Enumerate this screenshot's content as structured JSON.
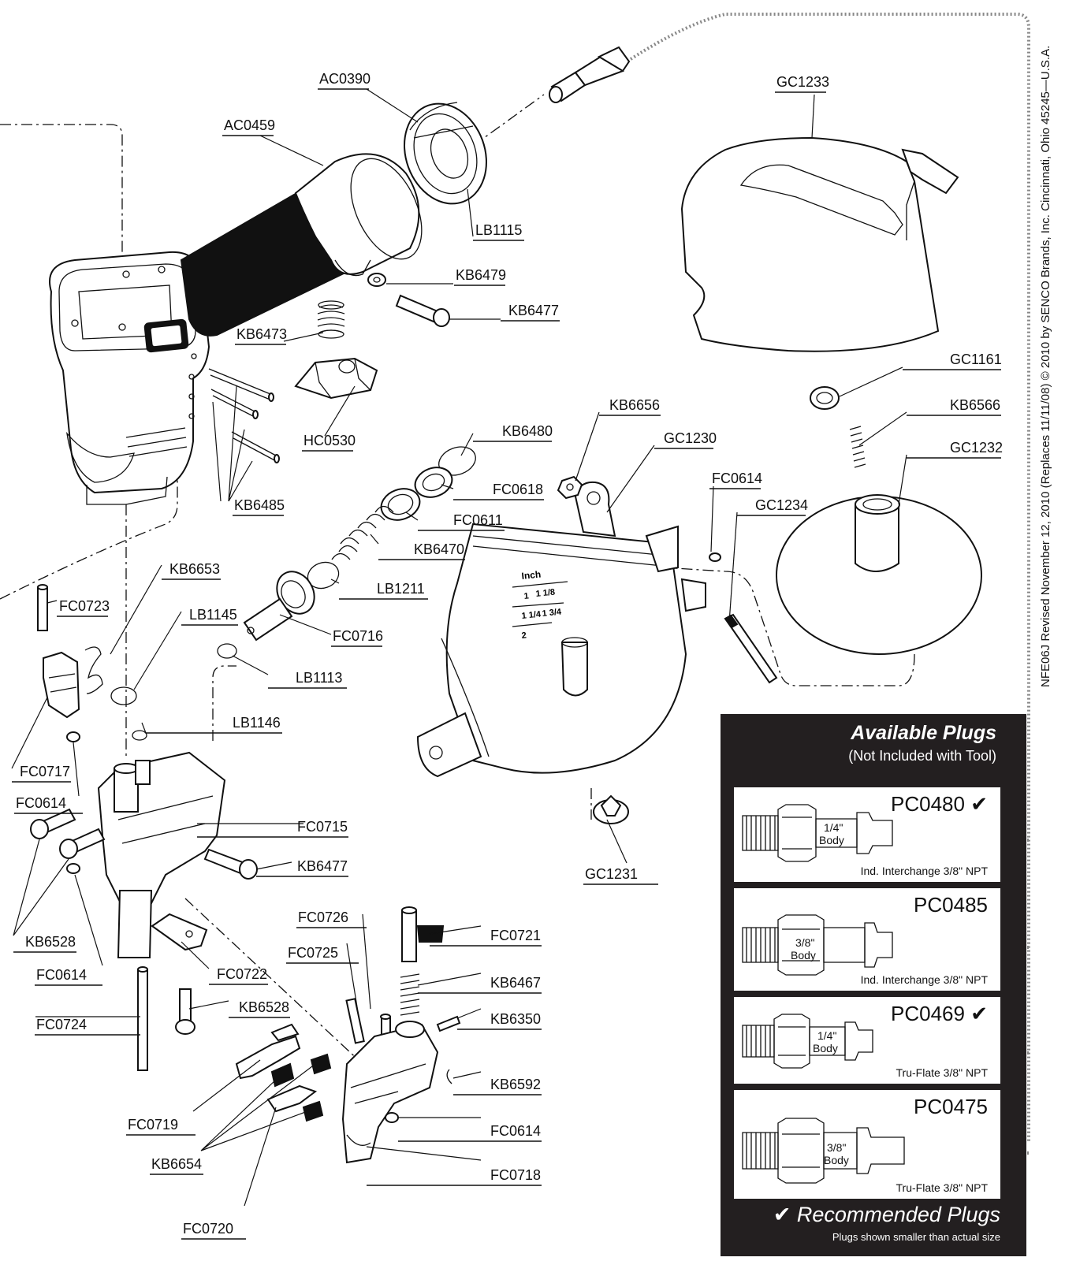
{
  "footer_side_text": "NFE06J Revised November 12, 2010 (Replaces 11/11/08) © 2010 by SENCO Brands, Inc. Cincinnati, Ohio 45245—U.S.A.",
  "labels": {
    "AC0390": "AC0390",
    "AC0459": "AC0459",
    "LB1115": "LB1115",
    "KB6479": "KB6479",
    "KB6477_top": "KB6477",
    "KB6473": "KB6473",
    "HC0530": "HC0530",
    "KB6485": "KB6485",
    "GC1233": "GC1233",
    "GC1161": "GC1161",
    "KB6566": "KB6566",
    "GC1232": "GC1232",
    "KB6656": "KB6656",
    "GC1230": "GC1230",
    "FC0614_a": "FC0614",
    "GC1234": "GC1234",
    "KB6480": "KB6480",
    "FC0618": "FC0618",
    "FC0611": "FC0611",
    "KB6470": "KB6470",
    "LB1211": "LB1211",
    "FC0716": "FC0716",
    "LB1113": "LB1113",
    "LB1146": "LB1146",
    "KB6653": "KB6653",
    "FC0723": "FC0723",
    "LB1145": "LB1145",
    "FC0717": "FC0717",
    "FC0614_b": "FC0614",
    "FC0715": "FC0715",
    "KB6477_mid": "KB6477",
    "KB6528_a": "KB6528",
    "FC0614_c": "FC0614",
    "FC0722": "FC0722",
    "KB6528_b": "KB6528",
    "FC0724": "FC0724",
    "FC0726": "FC0726",
    "FC0725": "FC0725",
    "FC0721": "FC0721",
    "KB6467": "KB6467",
    "KB6350": "KB6350",
    "KB6592": "KB6592",
    "FC0614_d": "FC0614",
    "FC0718": "FC0718",
    "FC0719": "FC0719",
    "KB6654": "KB6654",
    "FC0720": "FC0720",
    "GC1231": "GC1231"
  },
  "gauge": {
    "unit": "Inch",
    "m1": "1",
    "m2": "1 1/8",
    "m3": "1 1/4",
    "m4": "1 3/4",
    "m5": "2"
  },
  "plugs_panel": {
    "title": "Available Plugs",
    "subtitle": "(Not Included with Tool)",
    "check": "✔",
    "plugs": [
      {
        "code": "PC0480",
        "recommended": true,
        "size": "1/4\"",
        "body": "Body",
        "desc": "Ind. Interchange 3/8\" NPT"
      },
      {
        "code": "PC0485",
        "recommended": false,
        "size": "3/8\"",
        "body": "Body",
        "desc": "Ind. Interchange 3/8\" NPT"
      },
      {
        "code": "PC0469",
        "recommended": true,
        "size": "1/4\"",
        "body": "Body",
        "desc": "Tru-Flate 3/8\" NPT"
      },
      {
        "code": "PC0475",
        "recommended": false,
        "size": "3/8\"",
        "body": "Body",
        "desc": "Tru-Flate 3/8\" NPT"
      }
    ],
    "recommended_label": "Recommended Plugs",
    "footnote": "Plugs shown smaller than actual size"
  }
}
